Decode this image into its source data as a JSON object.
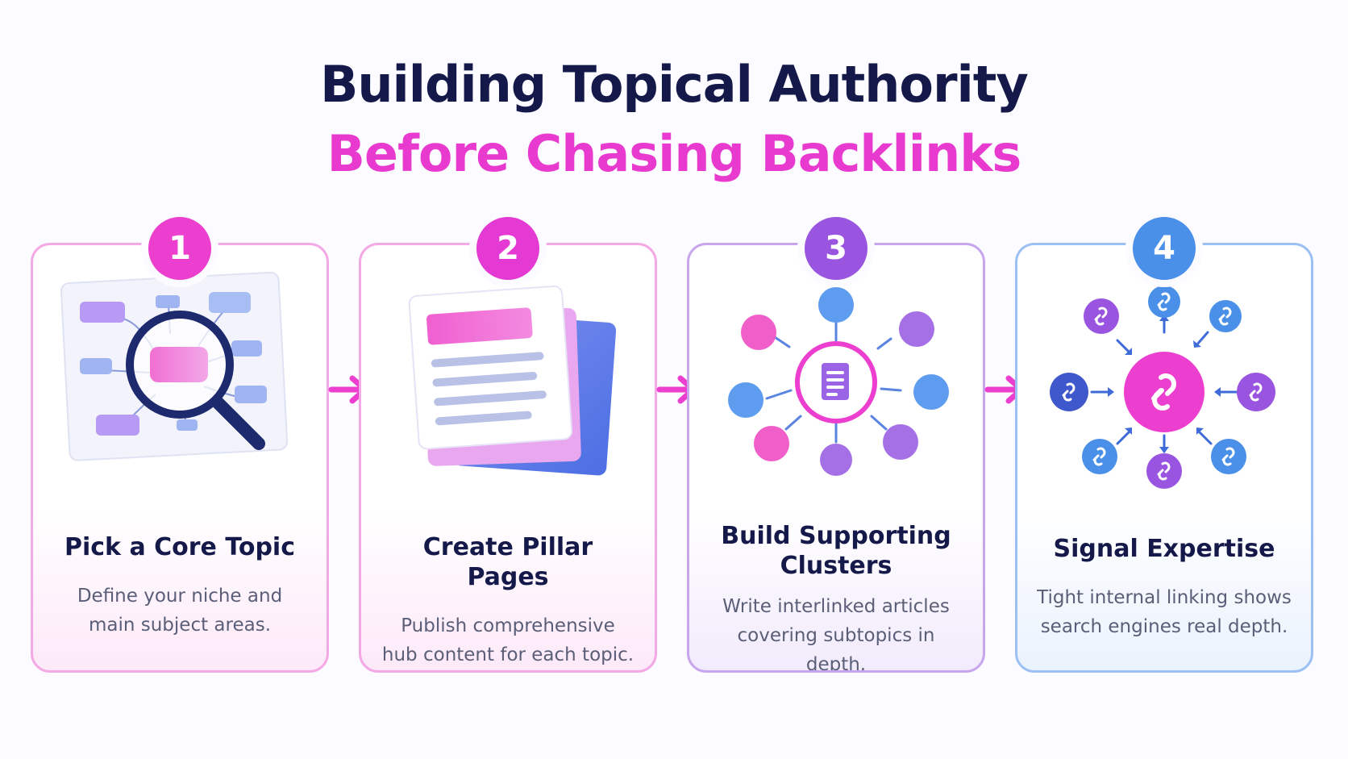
{
  "title": {
    "line1": "Building Topical Authority",
    "line2": "Before Chasing Backlinks"
  },
  "colors": {
    "navy": "#15194a",
    "pink": "#e93ad0",
    "purple": "#9a55e0",
    "blue": "#4a8fe8"
  },
  "steps": [
    {
      "number": "1",
      "title": "Pick a Core Topic",
      "description": "Define your niche and main subject areas.",
      "icon": "magnifier-mindmap-icon"
    },
    {
      "number": "2",
      "title": "Create Pillar Pages",
      "description": "Publish comprehensive hub content for each topic.",
      "icon": "document-stack-icon"
    },
    {
      "number": "3",
      "title": "Build Supporting Clusters",
      "description": "Write interlinked articles covering subtopics in depth.",
      "icon": "cluster-network-icon"
    },
    {
      "number": "4",
      "title": "Signal Expertise",
      "description": "Tight internal linking shows search engines real depth.",
      "icon": "link-network-icon"
    }
  ]
}
